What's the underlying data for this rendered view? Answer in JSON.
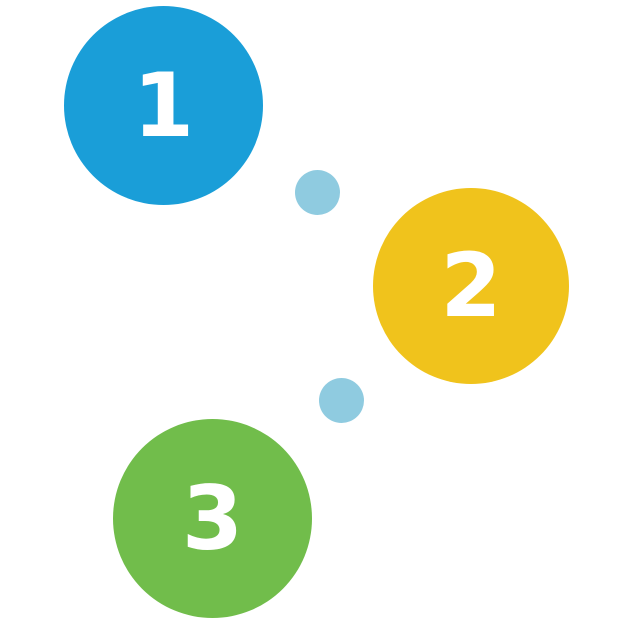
{
  "steps": [
    {
      "label": "1",
      "color": "#1a9ed8"
    },
    {
      "label": "2",
      "color": "#f0c31c"
    },
    {
      "label": "3",
      "color": "#71bd4b"
    }
  ],
  "connector_color": "#8fcbe0",
  "background_color": "#ffffff"
}
